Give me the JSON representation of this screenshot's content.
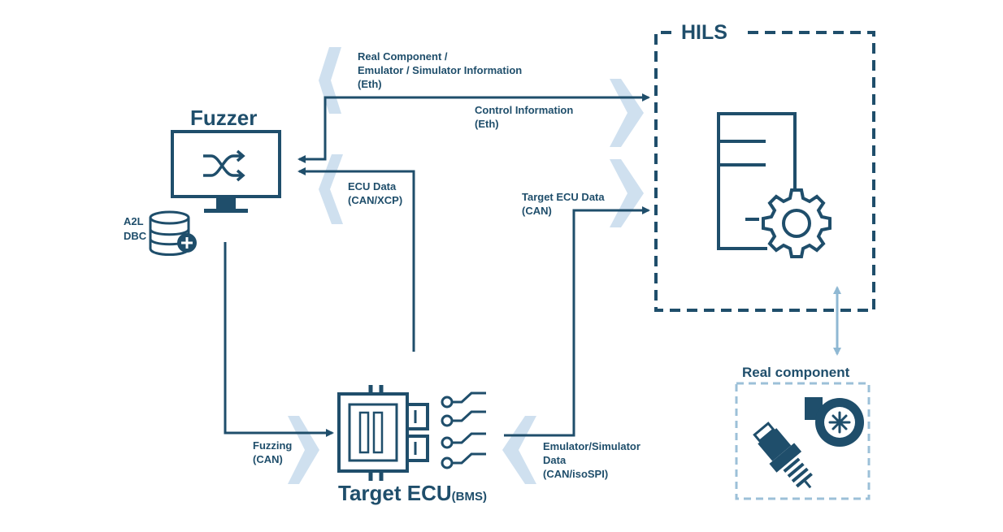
{
  "nodes": {
    "fuzzer": {
      "title": "Fuzzer"
    },
    "database": {
      "line1": "A2L",
      "line2": "DBC"
    },
    "hils": {
      "title": "HILS"
    },
    "target_ecu": {
      "title": "Target ECU",
      "suffix": "(BMS)"
    },
    "real_component": {
      "title": "Real component"
    }
  },
  "edges": {
    "real_info": {
      "line1": "Real Component /",
      "line2": "Emulator / Simulator Information",
      "line3": "(Eth)"
    },
    "control_info": {
      "line1": "Control Information",
      "line2": "(Eth)"
    },
    "ecu_data": {
      "line1": "ECU Data",
      "line2": "(CAN/XCP)"
    },
    "target_ecu_data": {
      "line1": "Target ECU Data",
      "line2": "(CAN)"
    },
    "fuzzing": {
      "line1": "Fuzzing",
      "line2": "(CAN)"
    },
    "emulator_data": {
      "line1": "Emulator/Simulator",
      "line2": "Data",
      "line3": "(CAN/isoSPI)"
    }
  },
  "colors": {
    "primary": "#1f4e6b",
    "chevron": "#cfe0ef",
    "light_blue": "#8fb8d3",
    "real_component_border": "#9cc0d8"
  },
  "icons": [
    "shuffle-icon",
    "database-add-icon",
    "server-gear-icon",
    "battery-chip-icon",
    "turbocharger-icon",
    "spark-plug-icon"
  ]
}
